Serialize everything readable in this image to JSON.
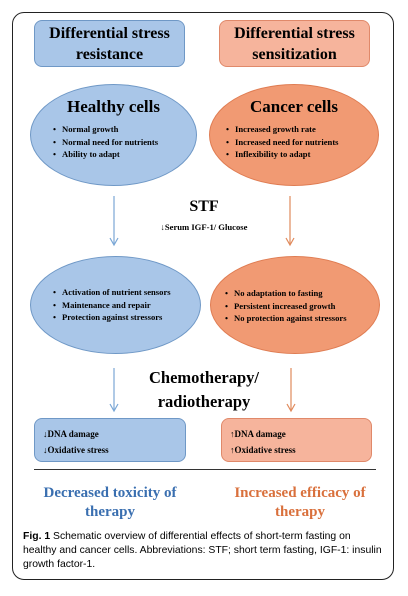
{
  "header": {
    "left": "Differential stress resistance",
    "right": "Differential stress sensitization"
  },
  "healthy": {
    "title": "Healthy cells",
    "items": [
      "Normal growth",
      "Normal need for nutrients",
      "Ability to adapt"
    ]
  },
  "cancer": {
    "title": "Cancer cells",
    "items": [
      "Increased growth rate",
      "Increased need for nutrients",
      "Inflexibility to adapt"
    ]
  },
  "stf": {
    "label": "STF",
    "sublabel": "↓Serum IGF-1/ Glucose"
  },
  "healthy_response": {
    "items": [
      "Activation of nutrient sensors",
      "Maintenance and repair",
      "Protection against stressors"
    ]
  },
  "cancer_response": {
    "items": [
      "No adaptation to fasting",
      "Persistent increased growth",
      "No protection against stressors"
    ]
  },
  "therapy": {
    "line1": "Chemotherapy/",
    "line2": "radiotherapy"
  },
  "healthy_result": {
    "items": [
      "↓DNA damage",
      "↓Oxidative stress"
    ]
  },
  "cancer_result": {
    "items": [
      "↑DNA damage",
      "↑Oxidative stress"
    ]
  },
  "outcome": {
    "left": "Decreased toxicity of therapy",
    "right": "Increased efficacy of therapy"
  },
  "caption": {
    "fig": "Fig. 1",
    "text": " Schematic overview of differential effects of short-term fasting on healthy and cancer cells. Abbreviations: STF; short term fasting, IGF-1: insulin growth factor-1."
  },
  "colors": {
    "blue_fill": "#a9c6e8",
    "orange_fill": "#f19a73",
    "blue_text": "#3a6fb0",
    "orange_text": "#d9703c",
    "blue_arrow": "#7aa7d6",
    "orange_arrow": "#e08a5c"
  }
}
